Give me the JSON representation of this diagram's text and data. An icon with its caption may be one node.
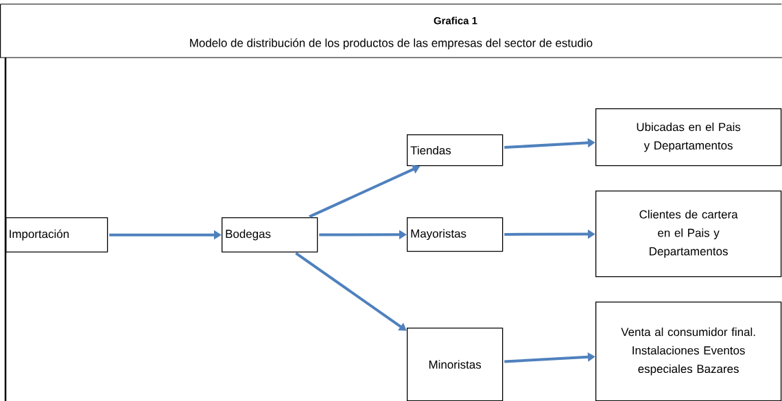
{
  "diagram": {
    "title": "Grafica 1",
    "nodes": [
      {
        "text": [
          "Importación"
        ]
      },
      {
        "text": [
          "Bodegas"
        ]
      },
      {
        "text": [
          "Tiendas"
        ]
      },
      {
        "text": [
          "Mayoristas"
        ]
      },
      {
        "text": [
          "Minoristas"
        ]
      },
      {
        "text": [
          "Ubicadas en el Pais y Departamentos"
        ]
      },
      {
        "text": [
          "Clientes de cartera en el Pais y Departamentos"
        ]
      },
      {
        "text": [
          "Venta al consumidor final. Instalaciones Eventos especiales Bazares"
        ]
      }
    ],
    "edges": [
      {
        "from": 0,
        "to": 1,
        "arrow": "to"
      },
      {
        "from": 1,
        "to": 2,
        "arrow": "to"
      },
      {
        "from": 1,
        "to": 3,
        "arrow": "to"
      },
      {
        "from": 1,
        "to": 4,
        "arrow": "to"
      },
      {
        "from": 2,
        "to": 5,
        "arrow": "to"
      },
      {
        "from": 3,
        "to": 6,
        "arrow": "to"
      },
      {
        "from": 4,
        "to": 7,
        "arrow": "to"
      }
    ],
    "labels": [
      "Modelo de distribución de los productos de las empresas del sector de estudio"
    ]
  }
}
